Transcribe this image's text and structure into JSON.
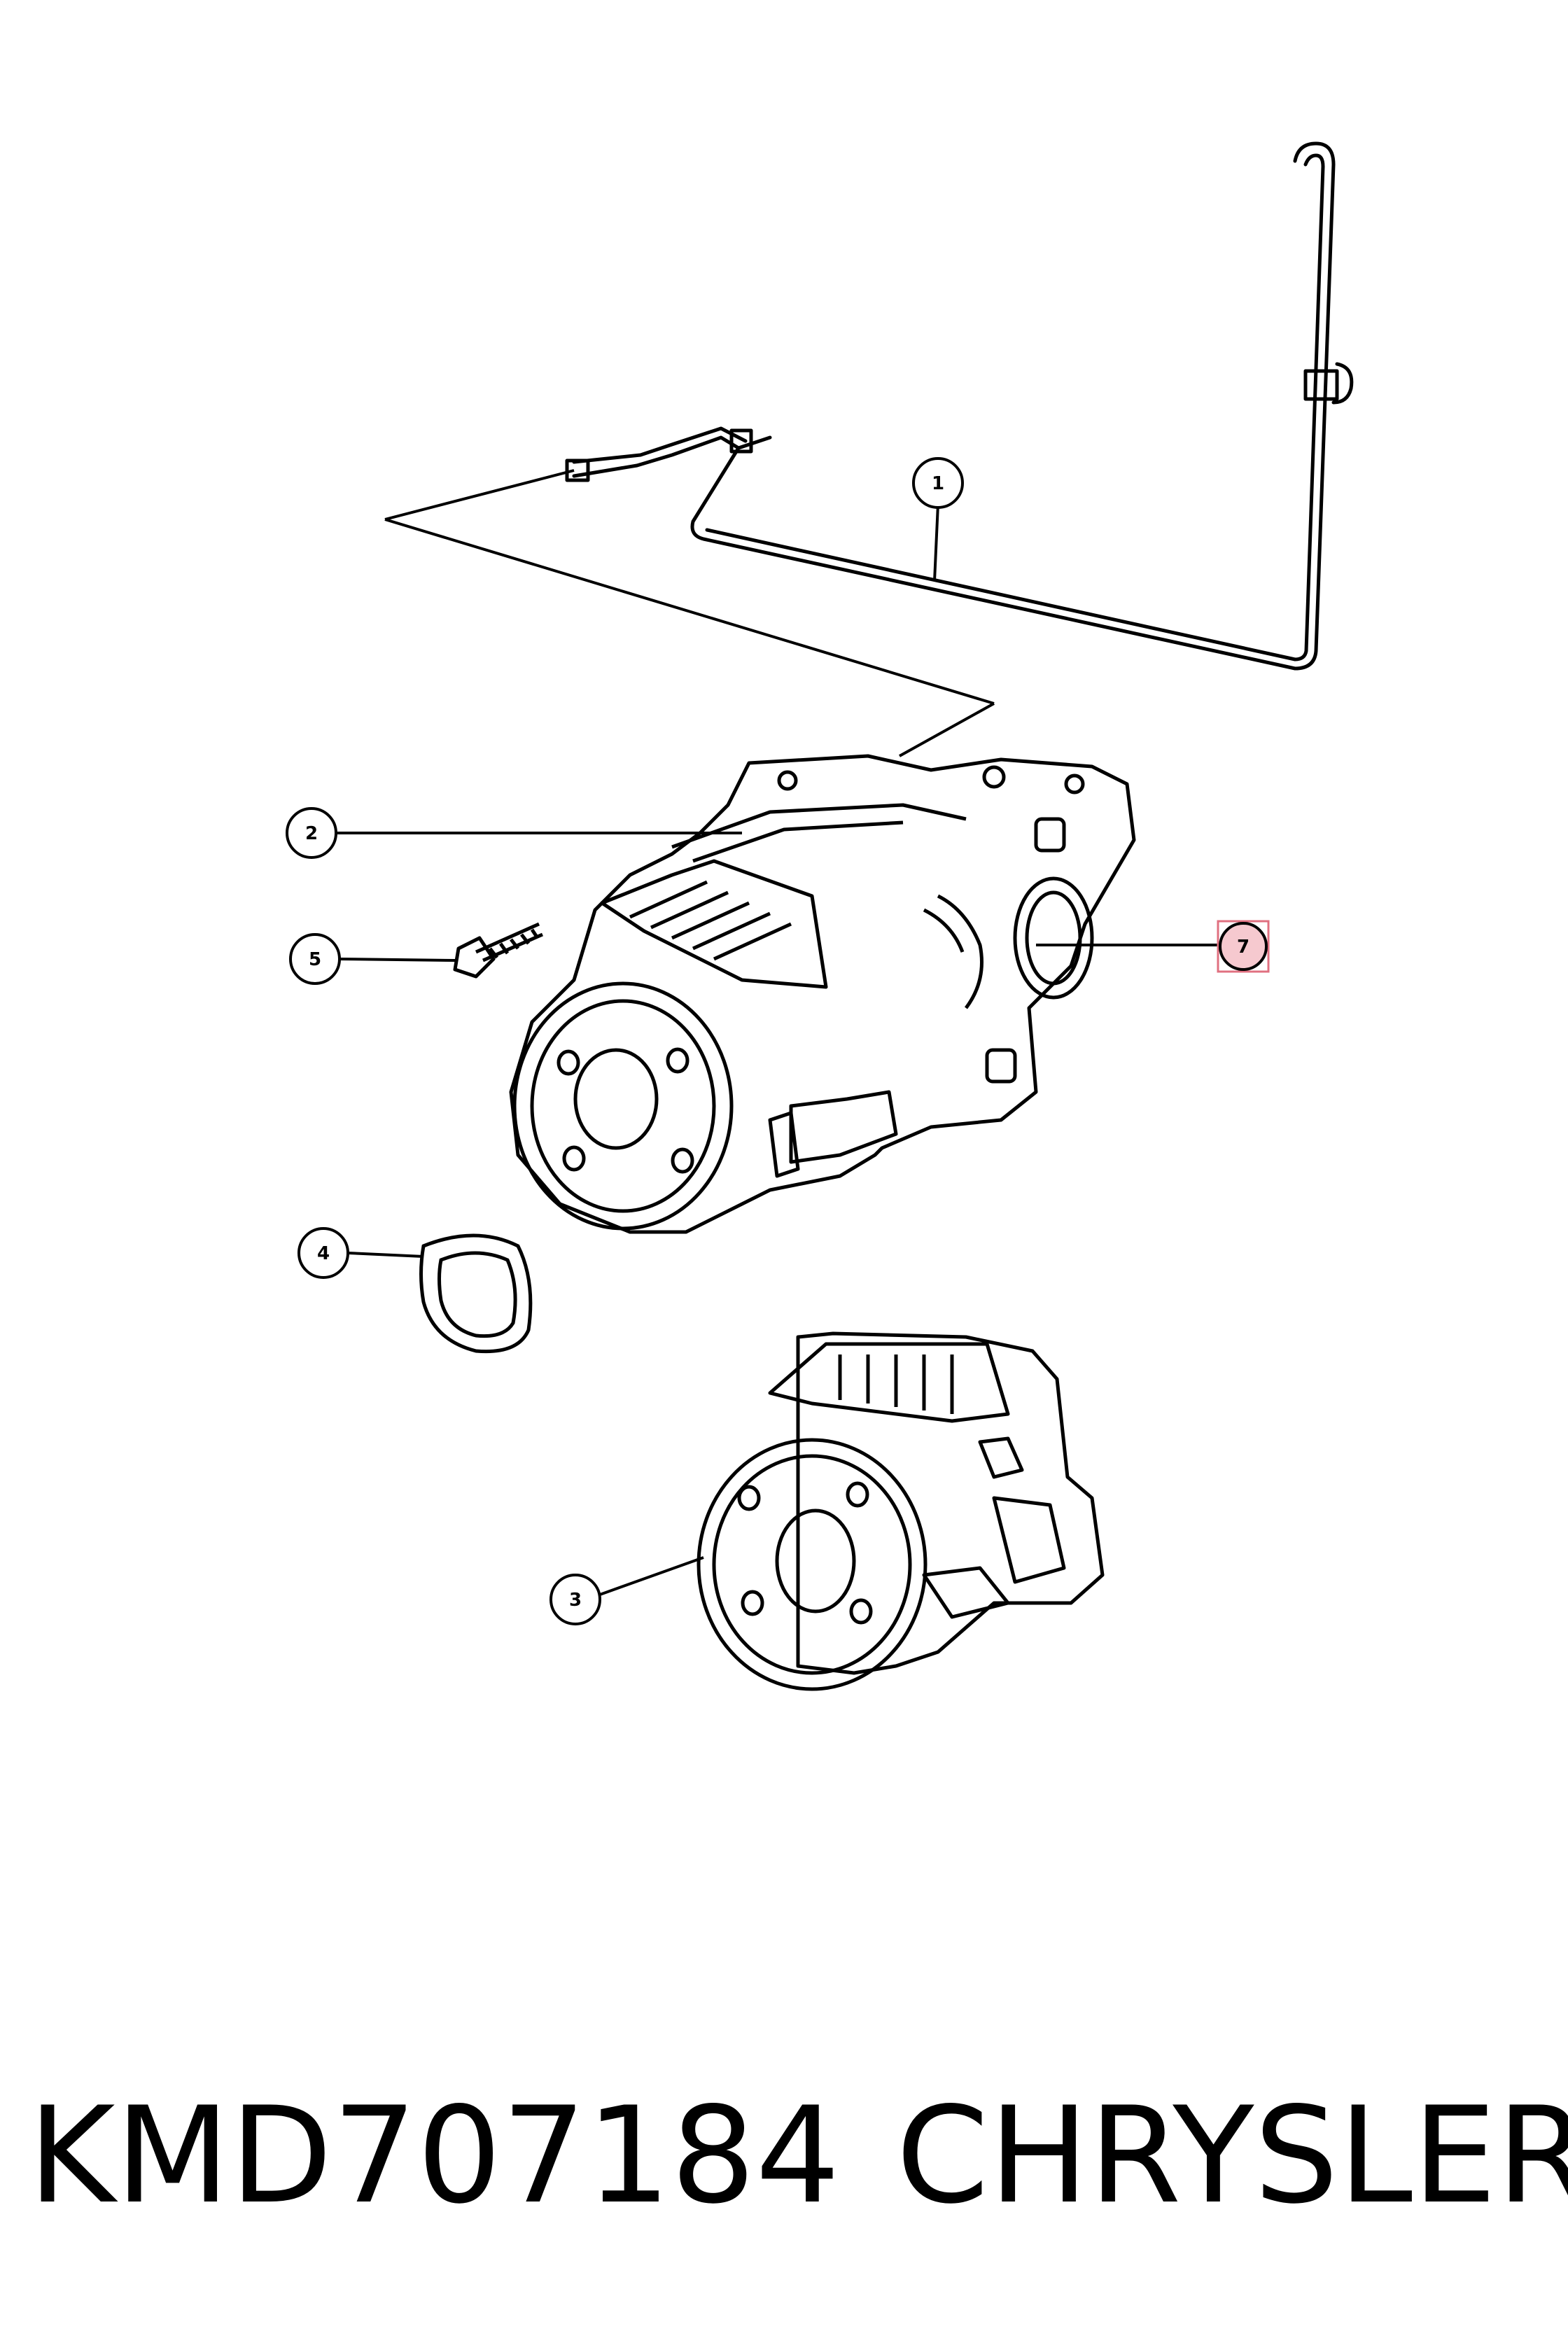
{
  "callouts": [
    {
      "id": "callout-1",
      "label": "1"
    },
    {
      "id": "callout-2",
      "label": "2"
    },
    {
      "id": "callout-3",
      "label": "3"
    },
    {
      "id": "callout-4",
      "label": "4"
    },
    {
      "id": "callout-5",
      "label": "5"
    },
    {
      "id": "callout-7",
      "label": "7",
      "highlighted": true
    }
  ],
  "footer": {
    "part_number": "KMD707184",
    "brand": "CHRYSLER"
  },
  "colors": {
    "line": "#000000",
    "highlight_fill": "#f6c9cf",
    "highlight_border": "#e07080"
  }
}
